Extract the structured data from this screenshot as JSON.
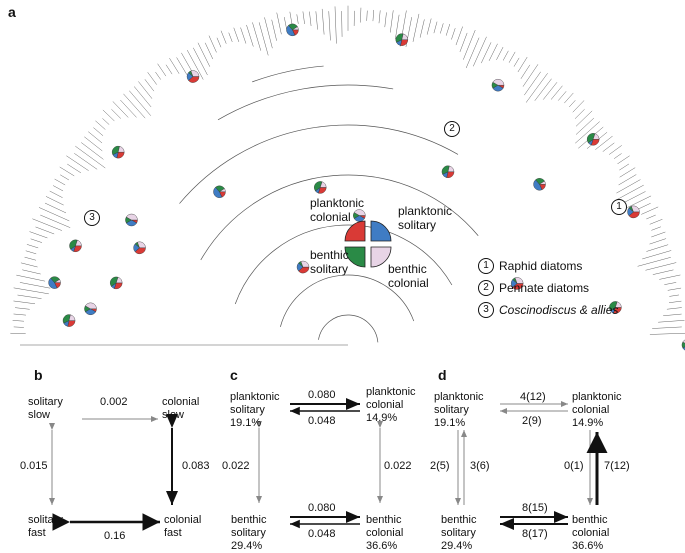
{
  "panel_a": {
    "letter": "a",
    "colors": {
      "planktonic_colonial": "#d93a36",
      "planktonic_solitary": "#3f7cc4",
      "benthic_solitary": "#2a8a46",
      "benthic_colonial": "#e8d4e6"
    },
    "pie_legend": {
      "planktonic_colonial": "planktonic\ncolonial",
      "planktonic_solitary": "planktonic\nsolitary",
      "benthic_solitary": "benthic\nsolitary",
      "benthic_colonial": "benthic\ncolonial"
    },
    "clade_key": [
      {
        "num": "1",
        "label": "Raphid diatoms",
        "italic": false
      },
      {
        "num": "2",
        "label": "Pennate diatoms",
        "italic": false
      },
      {
        "num": "3",
        "label": "Coscinodiscus & allies",
        "italic": true
      }
    ],
    "clade_markers": [
      "1",
      "2",
      "3"
    ]
  },
  "panel_b": {
    "letter": "b",
    "solitary_slow": "solitary\nslow",
    "colonial_slow": "colonial\nslow",
    "solitary_fast": "solitary\nfast",
    "colonial_fast": "colonial\nfast",
    "rate_top": "0.002",
    "rate_left": "0.015",
    "rate_right": "0.083",
    "rate_bottom": "0.16"
  },
  "panel_c": {
    "letter": "c",
    "pl_sol": "planktonic\nsolitary\n19.1%",
    "pl_col": "planktonic\ncolonial\n14.9%",
    "be_sol": "benthic\nsolitary\n29.4%",
    "be_col": "benthic\ncolonial\n36.6%",
    "rate_top_fwd": "0.080",
    "rate_top_back": "0.048",
    "rate_left": "0.022",
    "rate_right": "0.022",
    "rate_bot_fwd": "0.080",
    "rate_bot_back": "0.048"
  },
  "panel_d": {
    "letter": "d",
    "pl_sol": "planktonic\nsolitary\n19.1%",
    "pl_col": "planktonic\ncolonial\n14.9%",
    "be_sol": "benthic\nsolitary\n29.4%",
    "be_col": "benthic\ncolonial\n36.6%",
    "top_fwd": "4(12)",
    "top_back": "2(9)",
    "left_a": "2(5)",
    "left_b": "3(6)",
    "right_a": "0(1)",
    "right_b": "7(12)",
    "bot_fwd": "8(15)",
    "bot_back": "8(17)"
  }
}
